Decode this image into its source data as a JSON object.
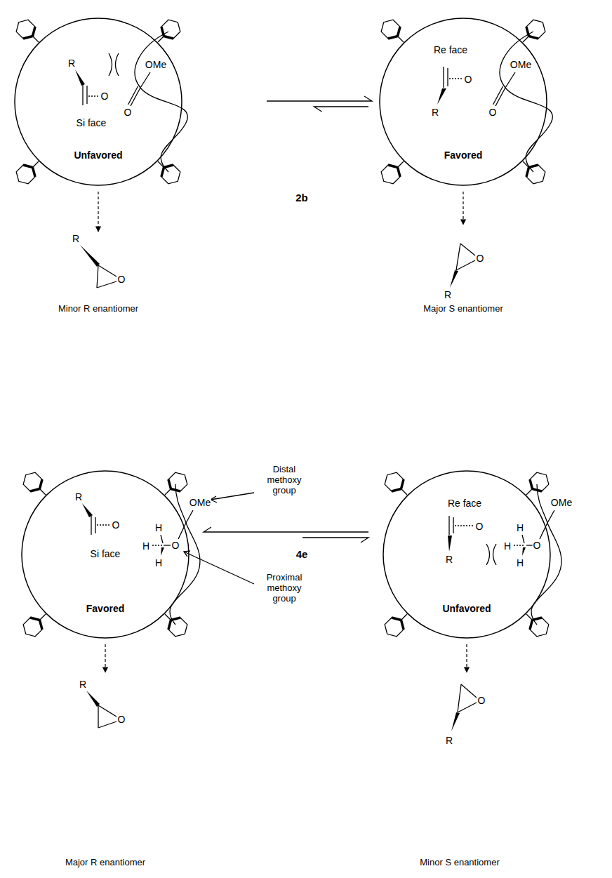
{
  "diagram": {
    "nodes": [
      {
        "text": [
          "Si face",
          "Unfavored"
        ]
      },
      {
        "text": [
          "Re face",
          "Favored"
        ]
      },
      {
        "text": [
          "Minor R enantiomer"
        ]
      },
      {
        "text": [
          "Major S enantiomer"
        ]
      },
      {
        "text": [
          "Si face",
          "Favored"
        ]
      },
      {
        "text": [
          "Re face",
          "Unfavored"
        ]
      },
      {
        "text": [
          "Major R enantiomer"
        ]
      },
      {
        "text": [
          "Minor S enantiomer"
        ]
      }
    ],
    "edges": [
      {
        "from": 0,
        "to": 1,
        "arrow": "both"
      },
      {
        "from": 0,
        "to": 2,
        "arrow": "to"
      },
      {
        "from": 1,
        "to": 3,
        "arrow": "to"
      },
      {
        "from": 4,
        "to": 5,
        "arrow": "both"
      },
      {
        "from": 4,
        "to": 6,
        "arrow": "to"
      },
      {
        "from": 5,
        "to": 7,
        "arrow": "to"
      }
    ],
    "labels": [
      "2b",
      "4e",
      "Distal methoxy group",
      "Proximal methoxy group",
      "R",
      "O",
      "OMe",
      "O",
      "O",
      "R",
      "OMe",
      "O",
      "R",
      "O",
      "O",
      "R",
      "R",
      "O",
      "OMe",
      "H",
      "H",
      "H",
      "O",
      "O",
      "R",
      "OMe",
      "H",
      "H",
      "H",
      "O",
      "R",
      "O",
      "O",
      "R"
    ]
  }
}
